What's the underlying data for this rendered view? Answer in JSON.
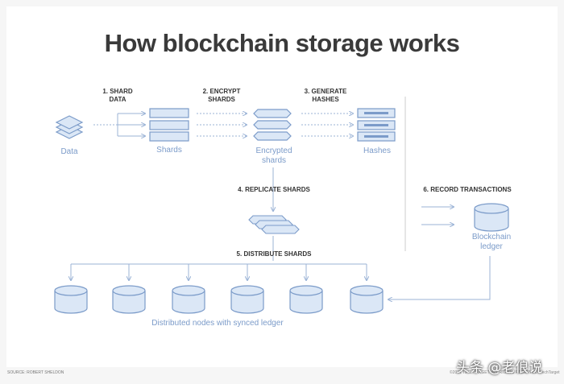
{
  "title": "How blockchain storage works",
  "steps": {
    "s1": [
      "1. SHARD",
      "DATA"
    ],
    "s2": [
      "2. ENCRYPT",
      "SHARDS"
    ],
    "s3": [
      "3. GENERATE",
      "HASHES"
    ],
    "s4": "4. REPLICATE SHARDS",
    "s5": "5. DISTRIBUTE SHARDS",
    "s6": "6. RECORD TRANSACTIONS"
  },
  "labels": {
    "data": "Data",
    "shards": "Shards",
    "encrypted": [
      "Encrypted",
      "shards"
    ],
    "hashes": "Hashes",
    "ledger": [
      "Blockchain",
      "ledger"
    ],
    "nodes": "Distributed nodes with synced ledger"
  },
  "footer": {
    "left": "SOURCE: ROBERT SHELDON",
    "right": "©2021 TECHTARGET. ALL RIGHTS RESERVED. TechTarget"
  },
  "watermark": "头条 @老俍说",
  "colors": {
    "accent": "#7b9bc9",
    "fill": "#cfe0f4",
    "title": "#3a3a3a"
  }
}
